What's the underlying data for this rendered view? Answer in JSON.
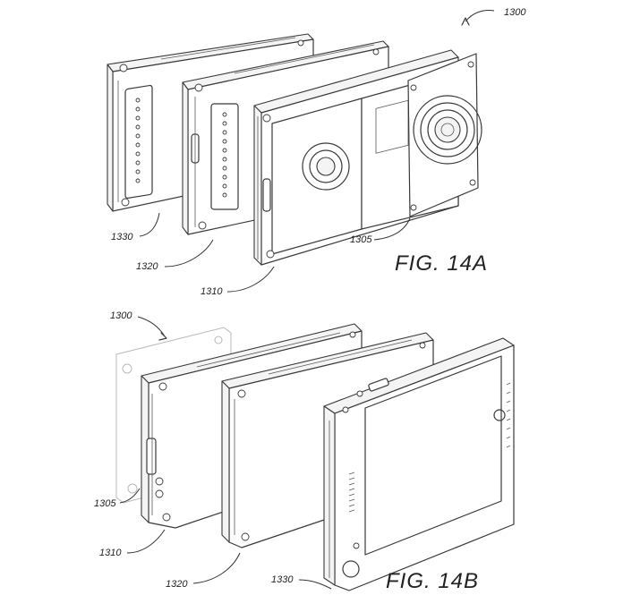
{
  "figure_a": {
    "caption": "FIG. 14A",
    "assembly_ref": "1300",
    "part_refs": {
      "back_module": "1330",
      "middle_module": "1320",
      "front_module": "1310",
      "camera_module": "1305"
    }
  },
  "figure_b": {
    "caption": "FIG. 14B",
    "assembly_ref": "1300",
    "part_refs": {
      "camera_module": "1305",
      "front_module": "1310",
      "middle_module": "1320",
      "back_module": "1330"
    }
  }
}
